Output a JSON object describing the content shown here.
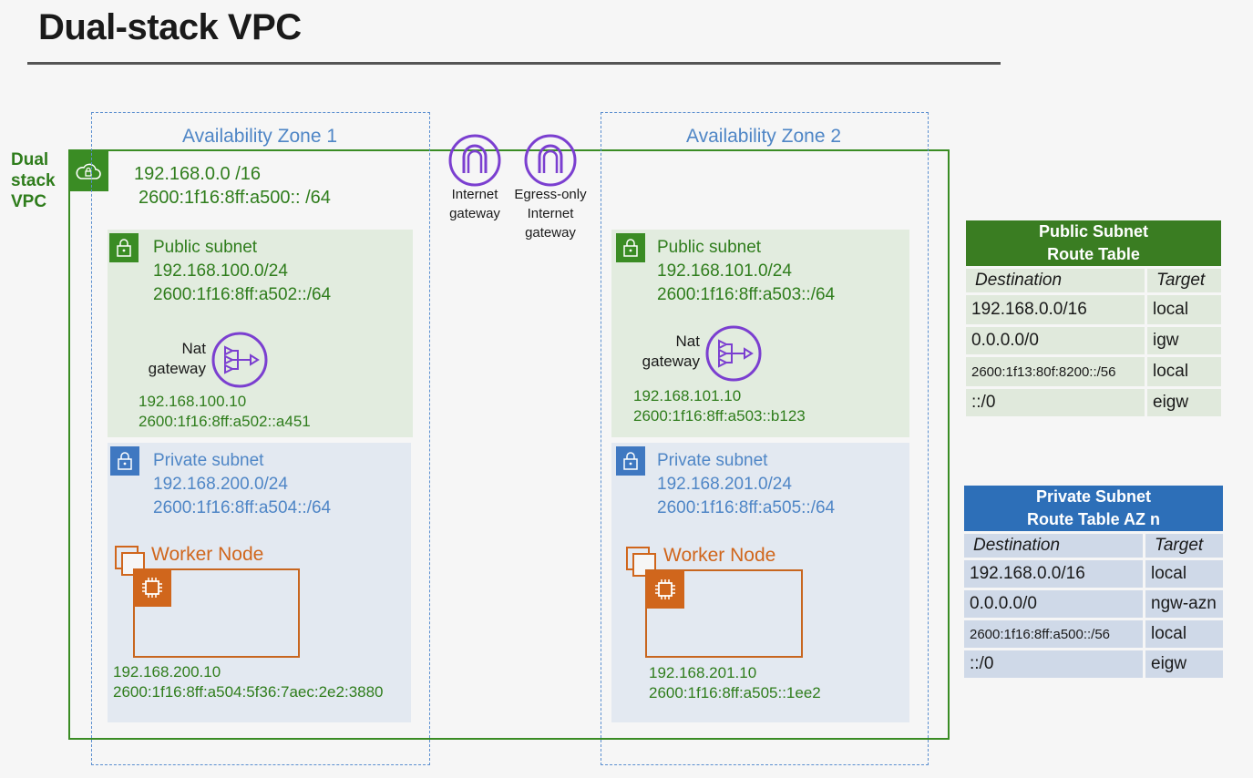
{
  "title": "Dual-stack VPC",
  "vpc": {
    "label_line1": "Dual",
    "label_line2": "stack",
    "label_line3": "VPC",
    "cidr_ipv4": "192.168.0.0 /16",
    "cidr_ipv6": "2600:1f16:8ff:a500:: /64"
  },
  "zones": [
    {
      "label": "Availability Zone 1",
      "public_subnet": {
        "label": "Public subnet",
        "ipv4": "192.168.100.0/24",
        "ipv6": "2600:1f16:8ff:a502::/64",
        "nat_label_1": "Nat",
        "nat_label_2": "gateway",
        "nat_ipv4": "192.168.100.10",
        "nat_ipv6": "2600:1f16:8ff:a502::a451"
      },
      "private_subnet": {
        "label": "Private subnet",
        "ipv4": "192.168.200.0/24",
        "ipv6": "2600:1f16:8ff:a504::/64",
        "worker_label": "Worker Node",
        "worker_ipv4": "192.168.200.10",
        "worker_ipv6": "2600:1f16:8ff:a504:5f36:7aec:2e2:3880"
      }
    },
    {
      "label": "Availability Zone 2",
      "public_subnet": {
        "label": "Public subnet",
        "ipv4": "192.168.101.0/24",
        "ipv6": "2600:1f16:8ff:a503::/64",
        "nat_label_1": "Nat",
        "nat_label_2": "gateway",
        "nat_ipv4": "192.168.101.10",
        "nat_ipv6": "2600:1f16:8ff:a503::b123"
      },
      "private_subnet": {
        "label": "Private subnet",
        "ipv4": "192.168.201.0/24",
        "ipv6": "2600:1f16:8ff:a505::/64",
        "worker_label": "Worker Node",
        "worker_ipv4": "192.168.201.10",
        "worker_ipv6": "2600:1f16:8ff:a505::1ee2"
      }
    }
  ],
  "gateways": {
    "internet_1": "Internet",
    "internet_2": "gateway",
    "egress_1": "Egress-only",
    "egress_2": "Internet",
    "egress_3": "gateway"
  },
  "public_route_table": {
    "title_1": "Public Subnet",
    "title_2": "Route Table",
    "col_destination": "Destination",
    "col_target": "Target",
    "rows": [
      {
        "destination": "192.168.0.0/16",
        "target": "local"
      },
      {
        "destination": "0.0.0.0/0",
        "target": "igw"
      },
      {
        "destination": "2600:1f13:80f:8200::/56",
        "target": "local"
      },
      {
        "destination": "::/0",
        "target": "eigw"
      }
    ]
  },
  "private_route_table": {
    "title_1": "Private Subnet",
    "title_2": "Route Table AZ n",
    "col_destination": "Destination",
    "col_target": "Target",
    "rows": [
      {
        "destination": "192.168.0.0/16",
        "target": "local"
      },
      {
        "destination": "0.0.0.0/0",
        "target": "ngw-azn"
      },
      {
        "destination": "2600:1f16:8ff:a500::/56",
        "target": "local"
      },
      {
        "destination": "::/0",
        "target": "eigw"
      }
    ]
  },
  "colors": {
    "vpc_green": "#3a8c24",
    "az_blue": "#5b8fd0",
    "gateway_purple": "#7b3fd0",
    "worker_orange": "#d0661c"
  }
}
